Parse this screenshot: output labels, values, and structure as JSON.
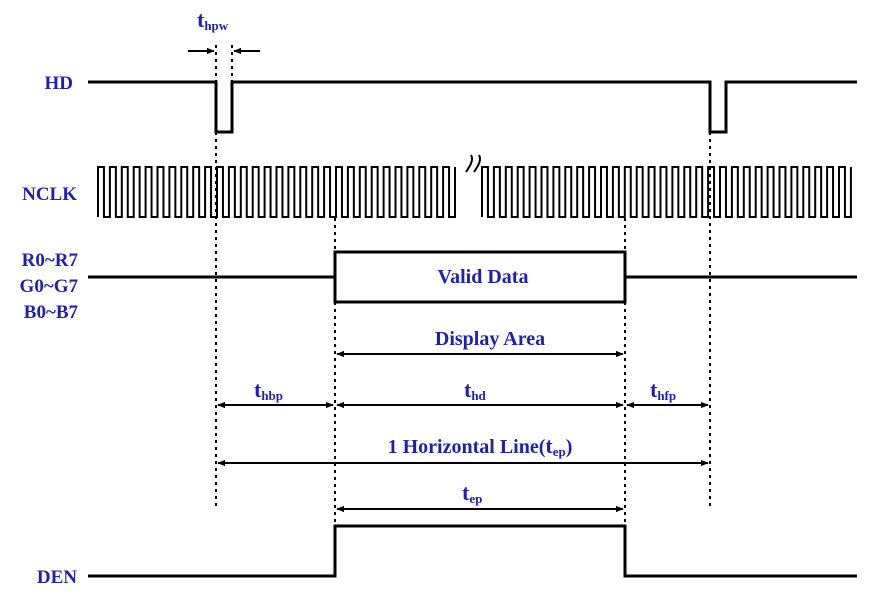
{
  "signals": {
    "hd": "HD",
    "nclk": "NCLK",
    "rgb_1": "R0~R7",
    "rgb_2": "G0~G7",
    "rgb_3": "B0~B7",
    "den": "DEN"
  },
  "labels": {
    "valid_data": "Valid Data",
    "display_area": "Display Area",
    "thpw_main": "t",
    "thpw_sub": "hpw",
    "thbp_main": "t",
    "thbp_sub": "hbp",
    "thd_main": "t",
    "thd_sub": "hd",
    "thfp_main": "t",
    "thfp_sub": "hfp",
    "hline_prefix": "1 Horizontal Line(",
    "hline_main": "t",
    "hline_sub": "ep",
    "hline_suffix": ")",
    "tep_main": "t",
    "tep_sub": "ep"
  },
  "colors": {
    "label": "#1f1fb4",
    "line": "#000000"
  }
}
